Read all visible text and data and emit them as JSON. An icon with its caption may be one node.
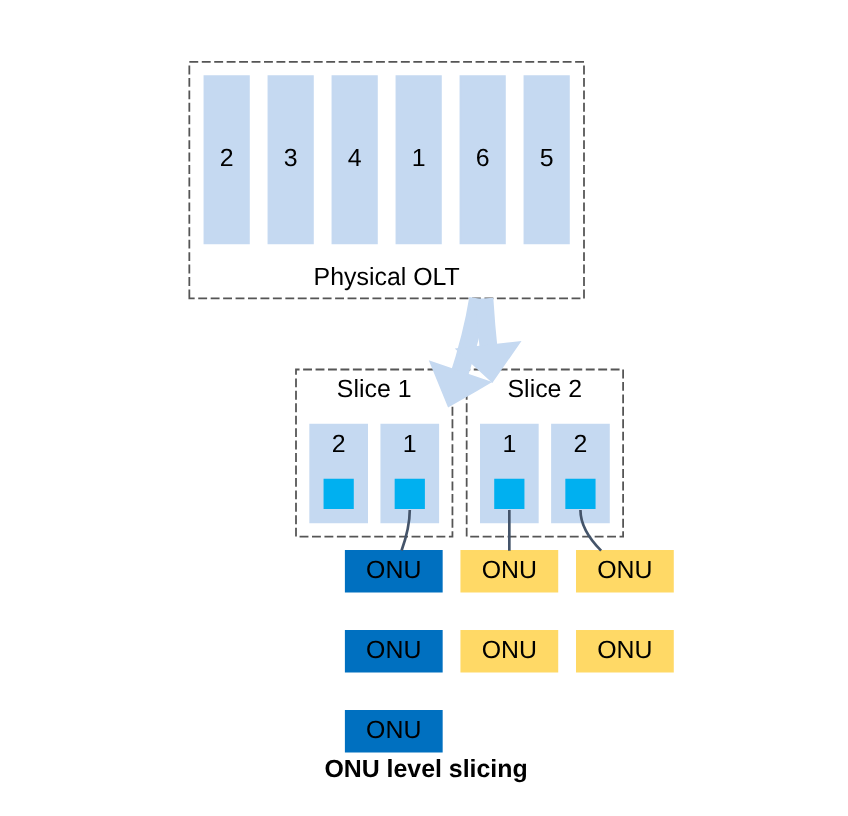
{
  "diagram": {
    "caption": "ONU level slicing",
    "nodes": [
      {
        "text": [
          "Physical OLT"
        ]
      },
      {
        "text": [
          "1"
        ],
        "in": 0
      },
      {
        "text": [
          "2"
        ],
        "in": 0
      },
      {
        "text": [
          "3"
        ],
        "in": 0
      },
      {
        "text": [
          "4"
        ],
        "in": 0
      },
      {
        "text": [
          "5"
        ],
        "in": 0
      },
      {
        "text": [
          "6"
        ],
        "in": 0
      },
      {
        "text": [
          "Slice 1"
        ]
      },
      {
        "text": [
          "1"
        ],
        "in": 7
      },
      {
        "text": [],
        "shape": "box",
        "in": 8
      },
      {
        "text": [
          "2"
        ],
        "in": 7
      },
      {
        "text": [],
        "shape": "box",
        "in": 10
      },
      {
        "text": [
          "Slice 2"
        ]
      },
      {
        "text": [
          "1"
        ],
        "in": 12
      },
      {
        "text": [],
        "shape": "box",
        "in": 13
      },
      {
        "text": [
          "2"
        ],
        "in": 12
      },
      {
        "text": [],
        "shape": "box",
        "in": 15
      },
      {
        "text": [
          "ONU"
        ]
      },
      {
        "text": [
          "ONU"
        ]
      },
      {
        "text": [
          "ONU"
        ]
      },
      {
        "text": [
          "ONU"
        ]
      },
      {
        "text": [
          "ONU"
        ]
      },
      {
        "text": [
          "ONU"
        ]
      },
      {
        "text": [
          "ONU"
        ]
      }
    ],
    "edges": [
      {
        "from": 0,
        "to": 7,
        "arrow": "to",
        "style": "thick",
        "color": "#c5d9f1"
      },
      {
        "from": 0,
        "to": 12,
        "arrow": "to",
        "style": "thick",
        "color": "#c5d9f1"
      },
      {
        "from": 9,
        "to": 17,
        "arrow": "none"
      },
      {
        "from": 14,
        "to": 20,
        "arrow": "none"
      },
      {
        "from": 16,
        "to": 22,
        "arrow": "none"
      }
    ]
  }
}
